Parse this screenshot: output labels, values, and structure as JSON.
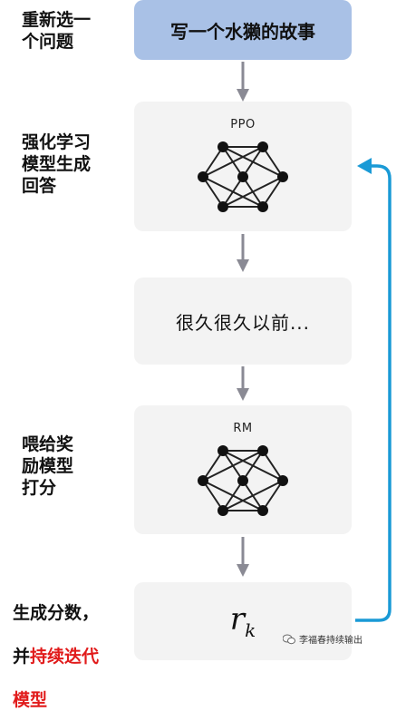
{
  "labels": {
    "reselect": "重新选一\n个问题",
    "rl_generate": "强化学习\n模型生成\n回答",
    "feed_reward": "喂给奖\n励模型\n打分",
    "score_line1": "生成分数，",
    "score_line2_prefix": "并",
    "score_line2_red": "持续迭代",
    "score_line3_red": "模型"
  },
  "boxes": {
    "prompt": "写一个水獭的故事",
    "ppo_title": "PPO",
    "answer": "很久很久以前...",
    "rm_title": "RM",
    "score_symbol": "r",
    "score_subscript": "k"
  },
  "watermark": {
    "text": "李福春持续输出"
  },
  "colors": {
    "prompt_box": "#a9c1e6",
    "box_bg": "#f3f3f3",
    "arrow_gray": "#8a8a94",
    "loop_arrow": "#1a9ad6",
    "highlight_red": "#e11b1b"
  }
}
